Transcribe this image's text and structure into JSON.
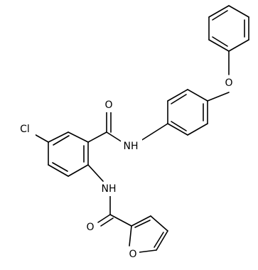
{
  "molecule": {
    "atom_labels": {
      "cl": "Cl",
      "o_amide_top": "O",
      "nh_amide_top": "NH",
      "o_ether": "O",
      "nh_amide_bottom": "NH",
      "o_amide_bottom": "O",
      "o_furan": "O"
    },
    "colors": {
      "bond": "#000000",
      "label": "#000000",
      "background": "#ffffff"
    }
  }
}
